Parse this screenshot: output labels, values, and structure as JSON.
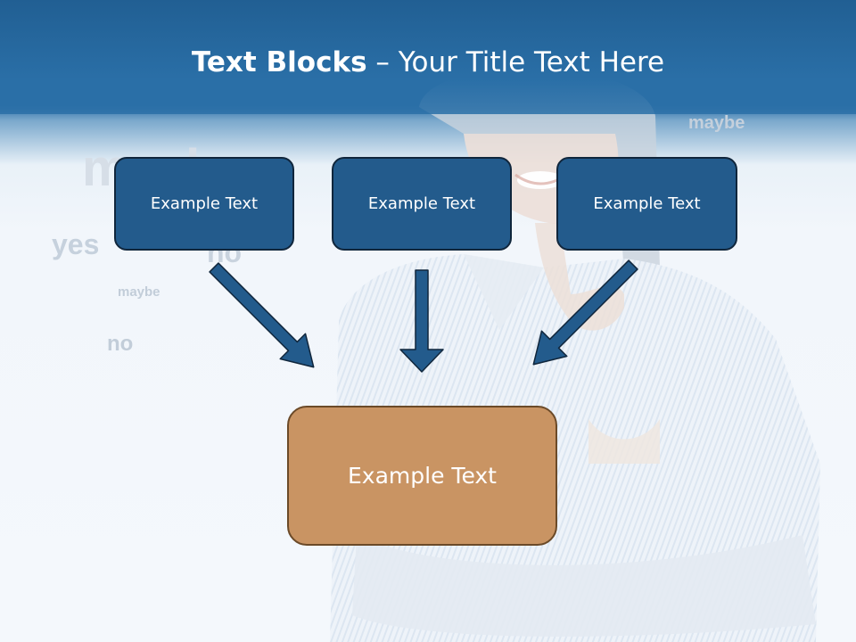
{
  "slide": {
    "title_bold": "Text Blocks",
    "title_dash": " – ",
    "title_rest": "Your Title Text Here"
  },
  "background_words": {
    "maybe_top_right": "maybe",
    "maybe_large": "maybe",
    "yes": "yes",
    "no_mid": "no",
    "maybe_small": "maybe",
    "no_left": "no"
  },
  "boxes": {
    "top_left": "Example Text",
    "top_center": "Example Text",
    "top_right": "Example Text",
    "bottom": "Example Text"
  },
  "colors": {
    "title_band": "#2a6fa7",
    "blue_box": "#235b8c",
    "orange_box": "#c99463",
    "arrow_fill": "#235b8c",
    "arrow_stroke": "#10263c"
  }
}
